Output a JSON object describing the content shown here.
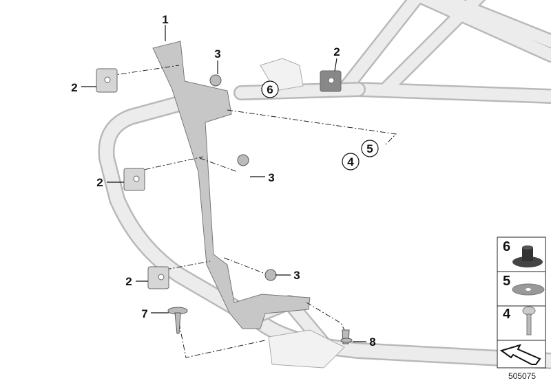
{
  "callouts": [
    {
      "label": "1",
      "part": "bracket"
    },
    {
      "label": "3",
      "part": "screw-top"
    },
    {
      "label": "2",
      "part": "clip-top-right"
    },
    {
      "label": "2",
      "part": "clip-upper-left"
    },
    {
      "label": "6",
      "part": "grommet"
    },
    {
      "label": "4",
      "part": "screw"
    },
    {
      "label": "5",
      "part": "washer"
    },
    {
      "label": "2",
      "part": "clip-middle-left"
    },
    {
      "label": "3",
      "part": "screw-middle"
    },
    {
      "label": "2",
      "part": "clip-lower-left"
    },
    {
      "label": "3",
      "part": "screw-lower"
    },
    {
      "label": "7",
      "part": "expanding-rivet"
    },
    {
      "label": "8",
      "part": "bolt"
    }
  ],
  "legend": [
    {
      "label": "6",
      "icon": "grommet-icon"
    },
    {
      "label": "5",
      "icon": "washer-icon"
    },
    {
      "label": "4",
      "icon": "screw-icon"
    },
    {
      "label": "",
      "icon": "arrow-icon"
    }
  ],
  "diagram_id": "505075"
}
